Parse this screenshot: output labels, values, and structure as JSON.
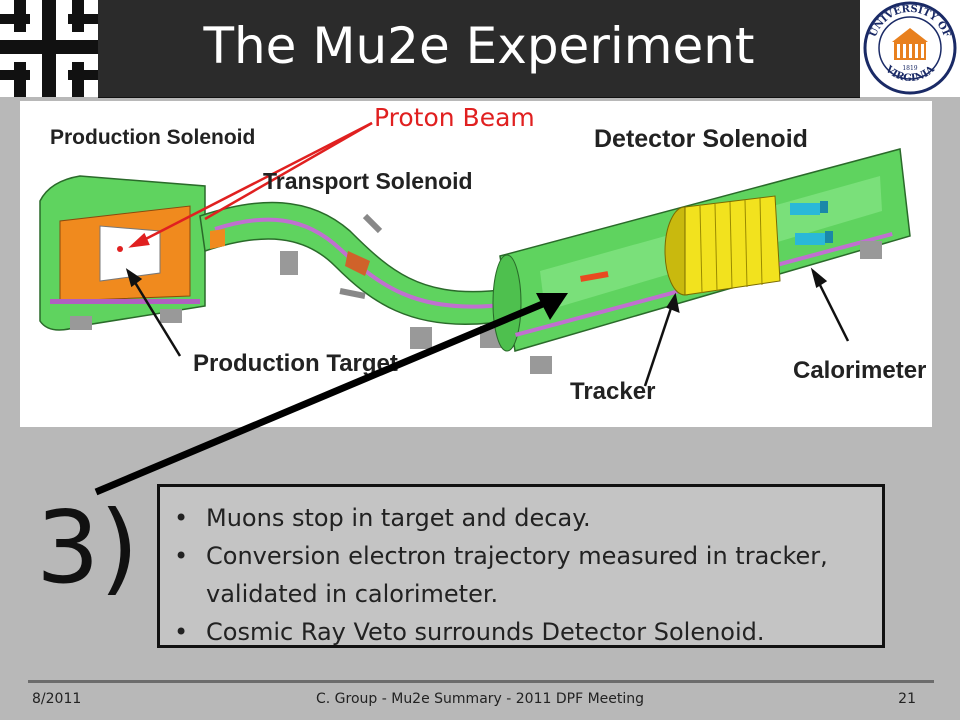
{
  "slide": {
    "title": "The Mu2e Experiment",
    "step_label": "3)"
  },
  "diagram": {
    "labels": {
      "proton_beam": "Proton Beam",
      "production_solenoid": "Production Solenoid",
      "transport_solenoid": "Transport Solenoid",
      "detector_solenoid": "Detector Solenoid",
      "production_target": "Production Target",
      "tracker": "Tracker",
      "calorimeter": "Calorimeter"
    }
  },
  "bullets": [
    "Muons stop in target and decay.",
    "Conversion electron trajectory measured in tracker,",
    "validated in calorimeter.",
    "Cosmic Ray Veto surrounds Detector Solenoid."
  ],
  "footer": {
    "date": "8/2011",
    "center": "C. Group - Mu2e Summary - 2011 DPF Meeting",
    "page": "21"
  },
  "logos": {
    "right_seal": {
      "top_text": "UNIVERSITY OF",
      "bottom_text": "VIRGINIA",
      "year": "1819"
    }
  },
  "colors": {
    "title_bar": "#2b2b2b",
    "slide_bg": "#b8b8b8",
    "solenoid_green": "#5fd35f",
    "proton_red": "#e02020",
    "tracker_yellow": "#f2e21e",
    "production_orange": "#f08a1e"
  }
}
